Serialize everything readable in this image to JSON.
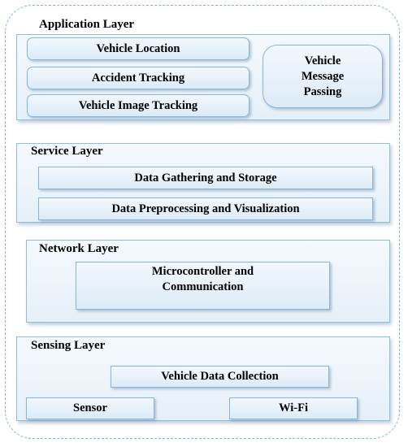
{
  "application_layer": {
    "title": "Application Layer",
    "items": [
      "Vehicle Location",
      "Accident Tracking",
      "Vehicle Image Tracking"
    ],
    "message_passing": [
      "Vehicle",
      "Message",
      "Passing"
    ]
  },
  "service_layer": {
    "title": "Service Layer",
    "items": [
      "Data Gathering and Storage",
      "Data Preprocessing and Visualization"
    ]
  },
  "network_layer": {
    "title": "Network Layer",
    "item_lines": [
      "Microcontroller and",
      "Communication"
    ]
  },
  "sensing_layer": {
    "title": "Sensing Layer",
    "collection": "Vehicle Data Collection",
    "sensor": "Sensor",
    "wifi": "Wi-Fi"
  }
}
